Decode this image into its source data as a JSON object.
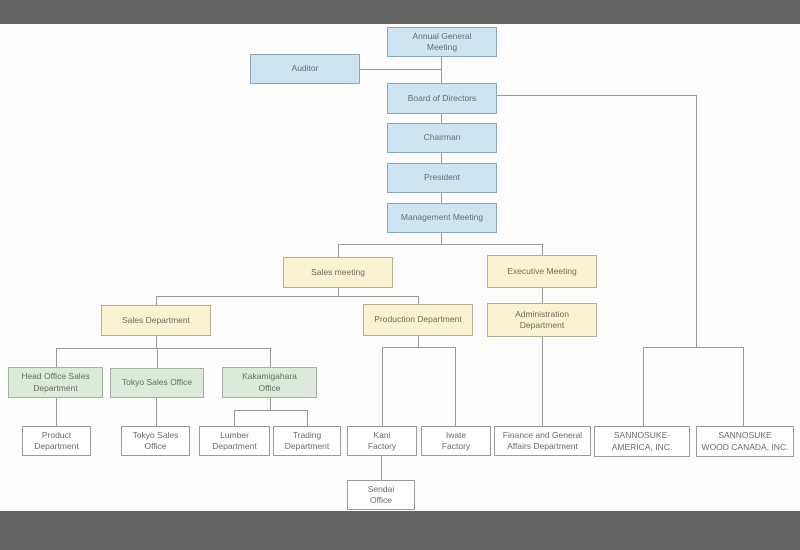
{
  "app": {
    "description": "Organization chart",
    "frame_color": "#646464",
    "canvas_color": "#fdfdfd",
    "line_color": "#999999"
  },
  "colors": {
    "blue_fill": "#cde5f2",
    "blue_border": "#8fa5b1",
    "yellow_fill": "#faf3d2",
    "yellow_border": "#b5ae90",
    "green_fill": "#dcead9",
    "green_border": "#a2b3a1",
    "white_fill": "#ffffff",
    "white_border": "#9a9a9a",
    "text": "#6b6b6b"
  },
  "nodes": {
    "annual_general_meeting": {
      "label": "Annual General\nMeeting",
      "type": "blue"
    },
    "auditor": {
      "label": "Auditor",
      "type": "blue"
    },
    "board_of_directors": {
      "label": "Board of Directors",
      "type": "blue"
    },
    "chairman": {
      "label": "Chairman",
      "type": "blue"
    },
    "president": {
      "label": "President",
      "type": "blue"
    },
    "management_meeting": {
      "label": "Management Meeting",
      "type": "blue"
    },
    "sales_meeting": {
      "label": "Sales meeting",
      "type": "yellow"
    },
    "executive_meeting": {
      "label": "Executive Meeting",
      "type": "yellow"
    },
    "sales_department": {
      "label": "Sales Department",
      "type": "yellow"
    },
    "production_department": {
      "label": "Production Department",
      "type": "yellow"
    },
    "administration_department": {
      "label": "Administration\nDepartment",
      "type": "yellow"
    },
    "head_office_sales_department": {
      "label": "Head Office Sales\nDepartment",
      "type": "green"
    },
    "tokyo_sales_office_branch": {
      "label": "Tokyo Sales Office",
      "type": "green"
    },
    "kakamigahara_office": {
      "label": "Kakamigahara\nOffice",
      "type": "green"
    },
    "product_department": {
      "label": "Product\nDepartment",
      "type": "white"
    },
    "tokyo_sales_office": {
      "label": "Tokyo Sales\nOffice",
      "type": "white"
    },
    "lumber_department": {
      "label": "Lumber\nDepartment",
      "type": "white"
    },
    "trading_department": {
      "label": "Trading\nDepartment",
      "type": "white"
    },
    "kani_factory": {
      "label": "Kani\nFactory",
      "type": "white"
    },
    "iwate_factory": {
      "label": "Iwate\nFactory",
      "type": "white"
    },
    "finance_general_affairs": {
      "label": "Finance and General\nAffairs Department",
      "type": "white"
    },
    "sannosuke_america": {
      "label": "SANNOSUKE-\nAMERICA, INC.",
      "type": "white"
    },
    "sannosuke_wood_canada": {
      "label": "SANNOSUKE\nWOOD CANADA, INC.",
      "type": "white"
    },
    "sendai_office": {
      "label": "Sendai\nOffice",
      "type": "white"
    }
  }
}
